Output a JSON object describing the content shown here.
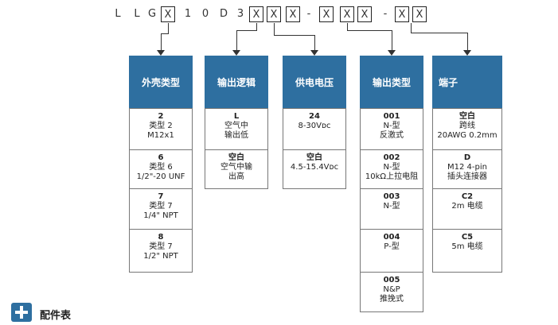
{
  "code_chars": [
    "L",
    "L",
    "G",
    "X",
    "1",
    "0",
    "D",
    "3",
    "X",
    "X",
    "X",
    "-",
    "X",
    "X",
    "X",
    "-",
    "X",
    "X"
  ],
  "columns": [
    {
      "header": "外壳类型",
      "rows": [
        {
          "code": "2",
          "lines": [
            "类型 2",
            "M12x1"
          ]
        },
        {
          "code": "6",
          "lines": [
            "类型 6",
            "1/2\"-20 UNF"
          ]
        },
        {
          "code": "7",
          "lines": [
            "类型 7",
            "1/4\" NPT"
          ]
        },
        {
          "code": "8",
          "lines": [
            "类型 7",
            "1/2\" NPT"
          ]
        }
      ]
    },
    {
      "header": "输出逻辑",
      "rows": [
        {
          "code": "L",
          "lines": [
            "空气中",
            "输出低"
          ]
        },
        {
          "code": "空白",
          "lines": [
            "空气中输",
            "出高"
          ]
        }
      ]
    },
    {
      "header": "供电电压",
      "rows": [
        {
          "code": "24",
          "lines": [
            "8-30Vᴅᴄ"
          ]
        },
        {
          "code": "空白",
          "lines": [
            "4.5-15.4Vᴅᴄ"
          ]
        }
      ]
    },
    {
      "header": "输出类型",
      "rows": [
        {
          "code": "001",
          "lines": [
            "N-型",
            "反激式"
          ]
        },
        {
          "code": "002",
          "lines": [
            "N-型",
            "10kΩ上拉电阻"
          ]
        },
        {
          "code": "003",
          "lines": [
            "N-型"
          ]
        },
        {
          "code": "004",
          "lines": [
            "P-型"
          ]
        },
        {
          "code": "005",
          "lines": [
            "N&P",
            "推挽式"
          ]
        }
      ]
    },
    {
      "header": "端子",
      "rows": [
        {
          "code": "空白",
          "lines": [
            "跨线",
            "20AWG 0.2mm"
          ]
        },
        {
          "code": "D",
          "lines": [
            "M12 4-pin",
            "插头连接器"
          ]
        },
        {
          "code": "C2",
          "lines": [
            "2m 电缆"
          ]
        },
        {
          "code": "C5",
          "lines": [
            "5m 电缆"
          ]
        }
      ]
    }
  ],
  "accessory_label": "配件表",
  "accent_color": "#2e6fa0"
}
